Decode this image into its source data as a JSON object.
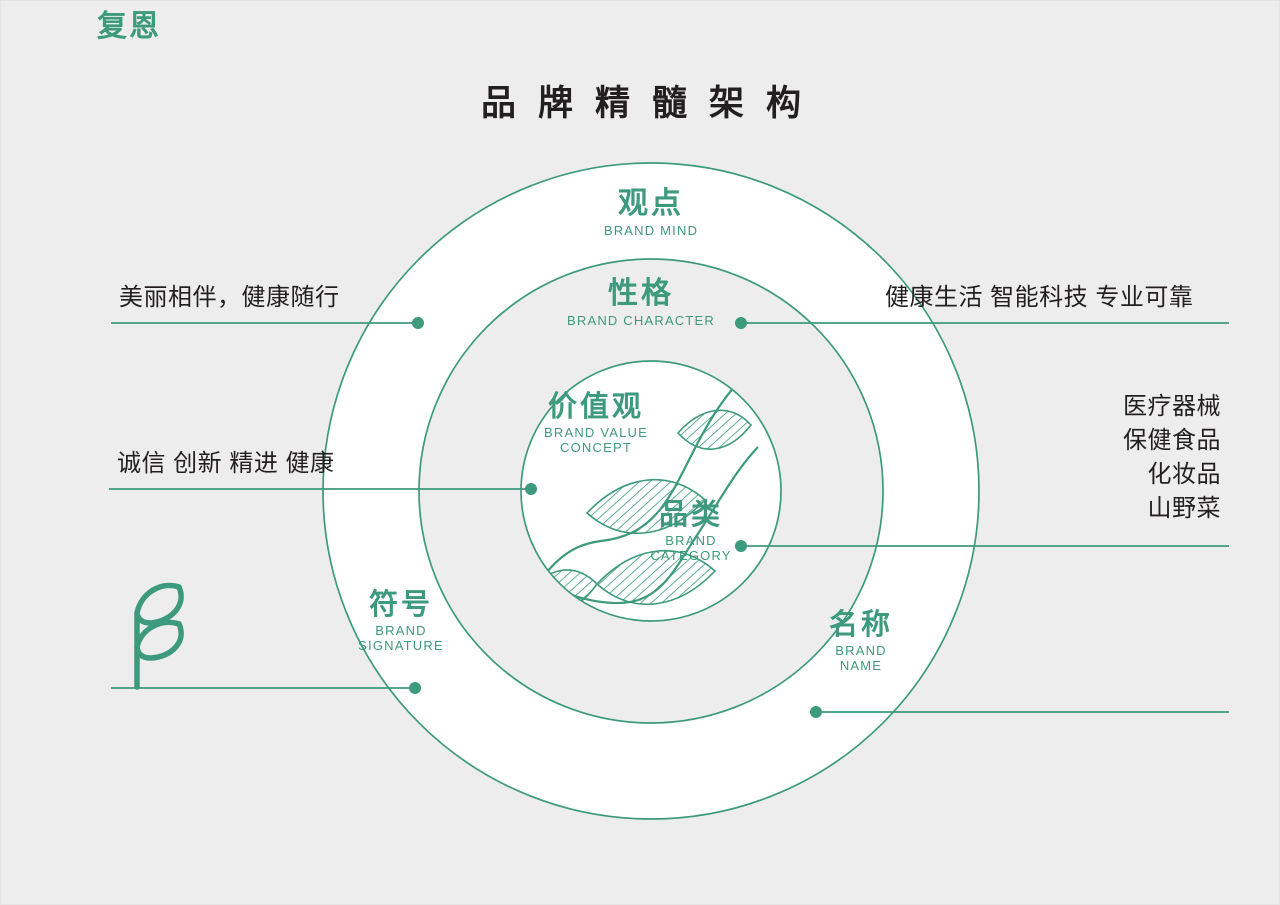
{
  "page": {
    "title": "品牌精髓架构",
    "background_color": "#ededed",
    "accent_color": "#3d9a7c",
    "text_color": "#231f20"
  },
  "rings": [
    {
      "id": "brand-mind",
      "cn": "观点",
      "en": "BRAND MIND"
    },
    {
      "id": "brand-character",
      "cn": "性格",
      "en": "BRAND CHARACTER"
    },
    {
      "id": "brand-value",
      "cn": "价值观",
      "en_line1": "BRAND VALUE",
      "en_line2": "CONCEPT"
    },
    {
      "id": "brand-category",
      "cn": "品类",
      "en_line1": "BRAND",
      "en_line2": "CATEGORY"
    },
    {
      "id": "brand-signature",
      "cn": "符号",
      "en_line1": "BRAND",
      "en_line2": "SIGNATURE"
    },
    {
      "id": "brand-name",
      "cn": "名称",
      "en_line1": "BRAND",
      "en_line2": "NAME"
    }
  ],
  "annotations": {
    "slogan": "美丽相伴，健康随行",
    "core_values": "诚信 创新 精进 健康",
    "traits": "健康生活 智能科技 专业可靠",
    "categories": [
      "医疗器械",
      "保健食品",
      "化妆品",
      "山野菜"
    ],
    "brand_name": "复恩"
  },
  "icons": {
    "logo": "sprout-leaf-icon",
    "center_graphic": "dna-helix-icon"
  }
}
